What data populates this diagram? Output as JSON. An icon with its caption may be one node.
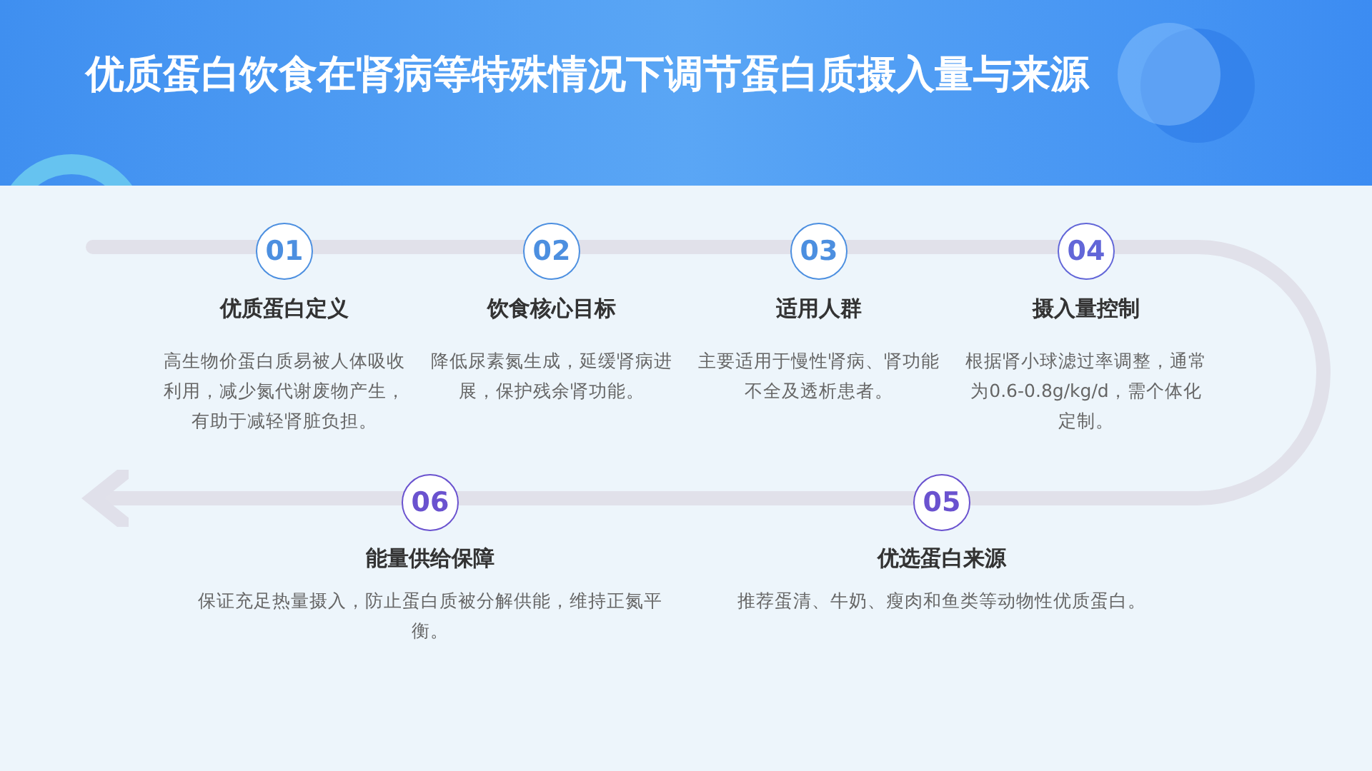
{
  "diagram": {
    "title": "优质蛋白饮食在肾病等特殊情况下调节蛋白质摄入量与来源",
    "nodes": [
      {
        "text": [
          "01",
          "优质蛋白定义",
          "高生物价蛋白质易被人体吸收利用，减少氮代谢废物产生，有助于减轻肾脏负担。"
        ]
      },
      {
        "text": [
          "02",
          "饮食核心目标",
          "降低尿素氮生成，延缓肾病进展，保护残余肾功能。"
        ]
      },
      {
        "text": [
          "03",
          "适用人群",
          "主要适用于慢性肾病、肾功能不全及透析患者。"
        ]
      },
      {
        "text": [
          "04",
          "摄入量控制",
          "根据肾小球滤过率调整，通常为0.6-0.8g/kg/d，需个体化定制。"
        ]
      },
      {
        "text": [
          "05",
          "优选蛋白来源",
          "推荐蛋清、牛奶、瘦肉和鱼类等动物性优质蛋白。"
        ]
      },
      {
        "text": [
          "06",
          "能量供给保障",
          "保证充足热量摄入，防止蛋白质被分解供能，维持正氮平衡。"
        ]
      }
    ]
  }
}
